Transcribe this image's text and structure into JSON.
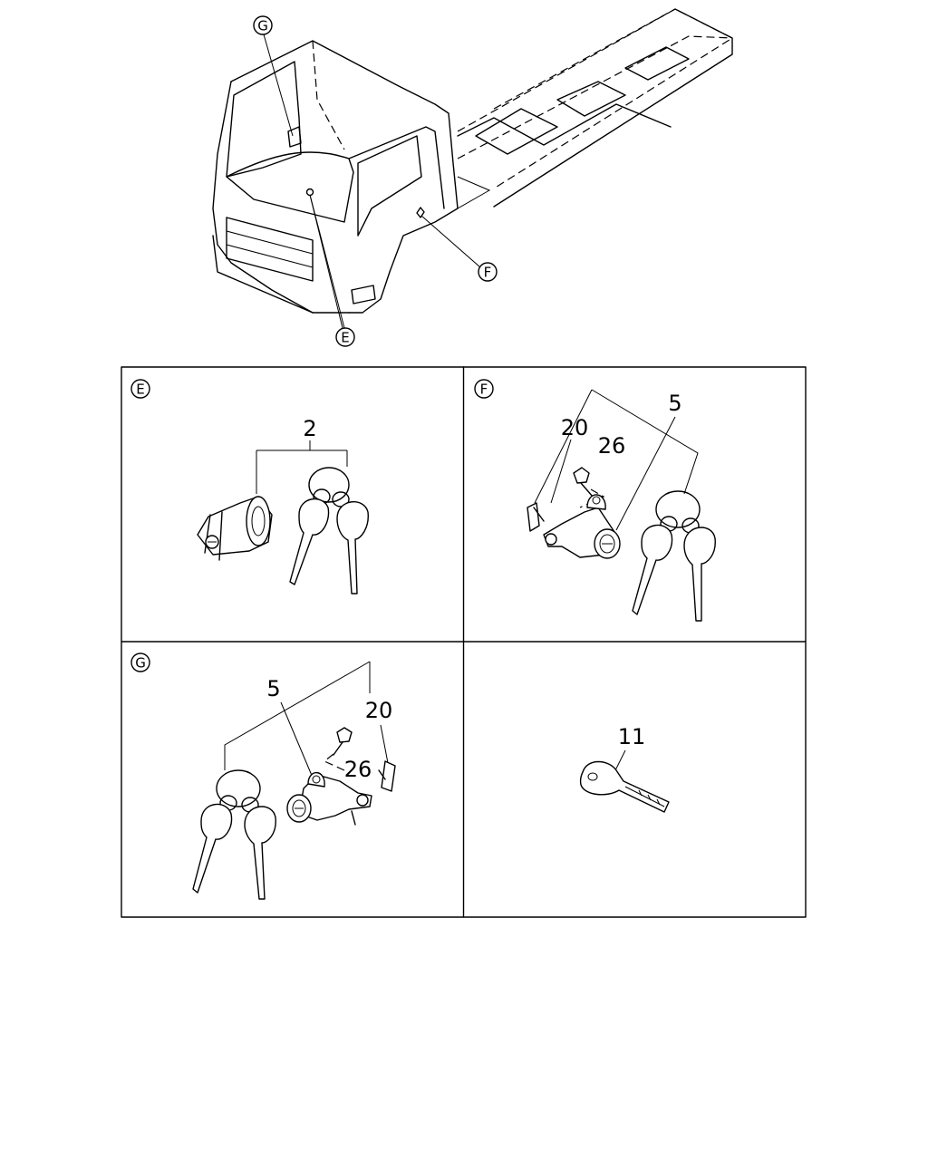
{
  "callouts": {
    "E": "E",
    "F": "F",
    "G": "G"
  },
  "panels": {
    "e": {
      "label": "E",
      "part_numbers": [
        "2"
      ]
    },
    "f": {
      "label": "F",
      "part_numbers": [
        "20",
        "26",
        "5"
      ]
    },
    "g": {
      "label": "G",
      "part_numbers": [
        "5",
        "20",
        "26"
      ]
    },
    "key": {
      "part_numbers": [
        "11"
      ]
    }
  },
  "colors": {
    "line": "#000000",
    "background": "#ffffff"
  }
}
